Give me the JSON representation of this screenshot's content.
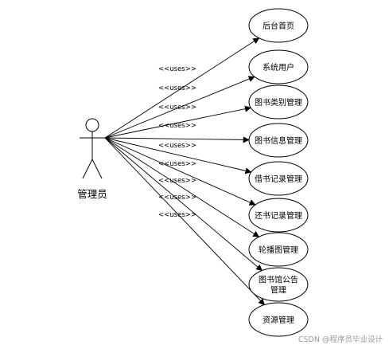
{
  "actor": {
    "name": "管理员"
  },
  "relationship_label": "<<uses>>",
  "use_cases": [
    {
      "label_lines": [
        "后台首页"
      ]
    },
    {
      "label_lines": [
        "系统用户"
      ]
    },
    {
      "label_lines": [
        "图书类别管理"
      ]
    },
    {
      "label_lines": [
        "图书信息管理"
      ]
    },
    {
      "label_lines": [
        "借书记录管理"
      ]
    },
    {
      "label_lines": [
        "还书记录管理"
      ]
    },
    {
      "label_lines": [
        "轮播图管理"
      ]
    },
    {
      "label_lines": [
        "图书馆公告",
        "管理"
      ]
    },
    {
      "label_lines": [
        "资源管理"
      ]
    }
  ],
  "watermark": "CSDN @程序员毕业设计",
  "colors": {
    "stroke": "#000000",
    "background": "#ffffff",
    "watermark": "#9a9a9a"
  }
}
